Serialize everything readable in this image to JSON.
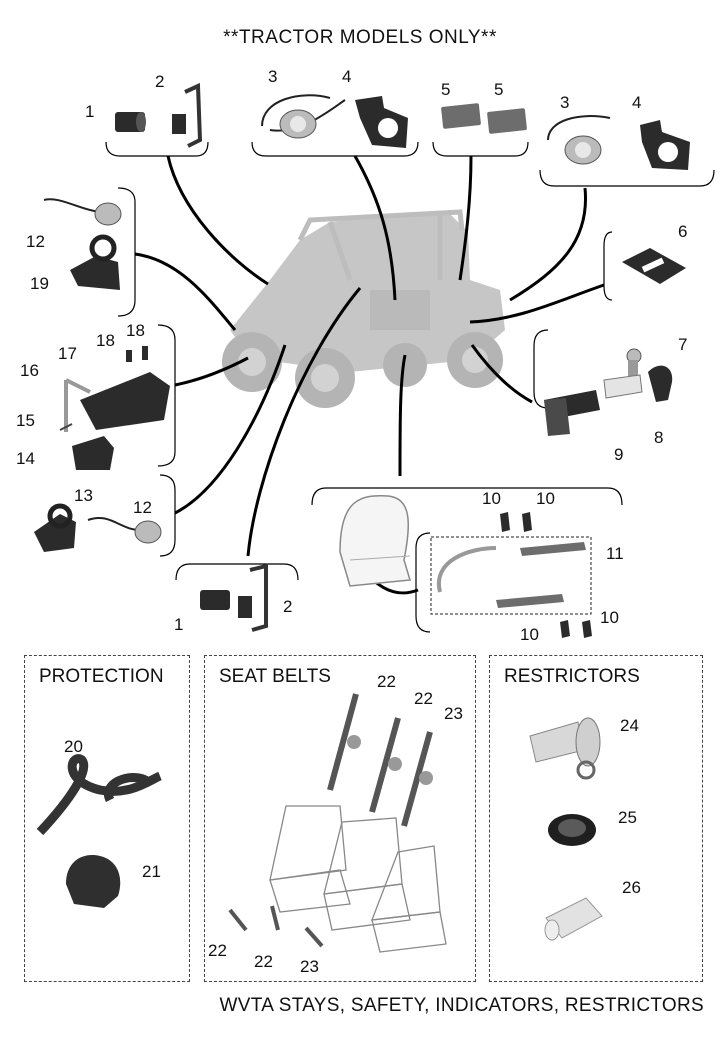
{
  "header": {
    "title": "**TRACTOR MODELS ONLY**"
  },
  "footer": {
    "caption": "WVTA STAYS, SAFETY, INDICATORS, RESTRICTORS"
  },
  "panels": {
    "protection": {
      "title": "PROTECTION"
    },
    "seat_belts": {
      "title": "SEAT BELTS"
    },
    "restrictors": {
      "title": "RESTRICTORS"
    }
  },
  "callouts": {
    "c1a": "1",
    "c2a": "2",
    "c3a": "3",
    "c4a": "4",
    "c5a": "5",
    "c5b": "5",
    "c3b": "3",
    "c4b": "4",
    "c12a": "12",
    "c19": "19",
    "c6": "6",
    "c7": "7",
    "c8": "8",
    "c9": "9",
    "c18a": "18",
    "c18b": "18",
    "c17": "17",
    "c16": "16",
    "c15": "15",
    "c14": "14",
    "c13": "13",
    "c12b": "12",
    "c10a": "10",
    "c10b": "10",
    "c11": "11",
    "c10c": "10",
    "c10d": "10",
    "c1b": "1",
    "c2b": "2",
    "c20": "20",
    "c21": "21",
    "c22a": "22",
    "c22b": "22",
    "c23a": "23",
    "c22c": "22",
    "c22d": "22",
    "c23b": "23",
    "c24": "24",
    "c25": "25",
    "c26": "26"
  }
}
